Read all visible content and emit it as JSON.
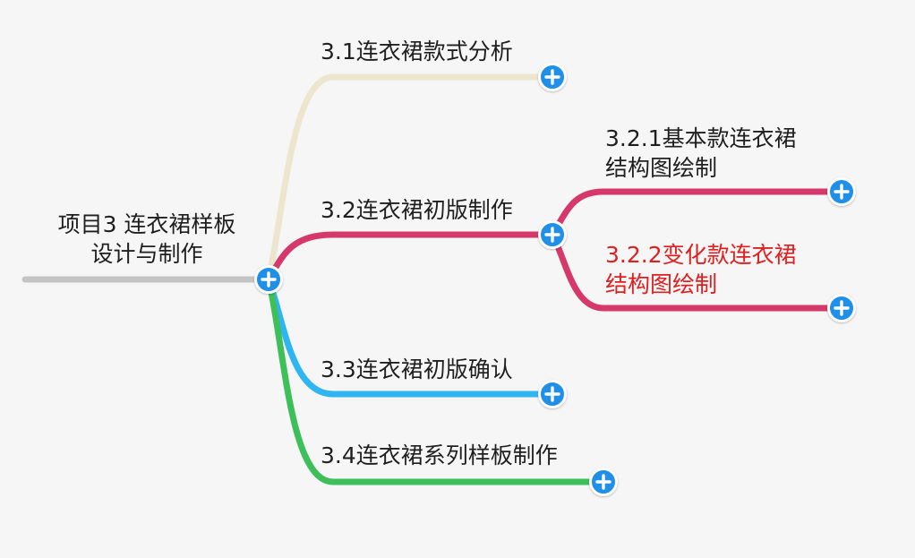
{
  "root": {
    "line1": "项目3 连衣裙样板",
    "line2": "设计与制作"
  },
  "branches": [
    {
      "label": "3.1连衣裙款式分析",
      "color": "#ede6cf"
    },
    {
      "label": "3.2连衣裙初版制作",
      "color": "#d7386b"
    },
    {
      "label": "3.3连衣裙初版确认",
      "color": "#2fb6f0"
    },
    {
      "label": "3.4连衣裙系列样板制作",
      "color": "#3dbf5a"
    }
  ],
  "subbranches": [
    {
      "line1": "3.2.1基本款连衣裙",
      "line2": "结构图绘制",
      "color": "#d7386b",
      "highlight": false
    },
    {
      "line1": "3.2.2变化款连衣裙",
      "line2": "结构图绘制",
      "color": "#d7386b",
      "highlight": true,
      "text_color": "#e02020"
    }
  ],
  "connector_color": "#c4c4c4",
  "expand_button_color": "#1f8fe8",
  "expand_icon": "plus-icon"
}
